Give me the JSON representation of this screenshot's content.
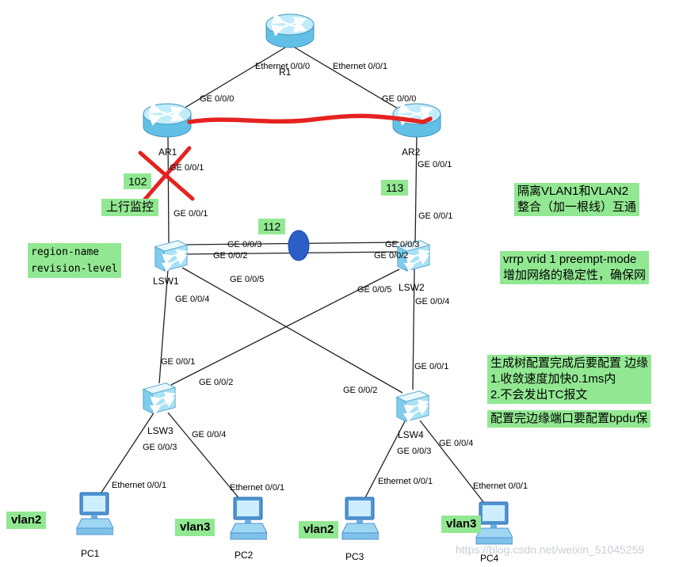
{
  "devices": {
    "r1": {
      "label": "R1"
    },
    "ar1": {
      "label": "AR1"
    },
    "ar2": {
      "label": "AR2"
    },
    "lsw1": {
      "label": "LSW1"
    },
    "lsw2": {
      "label": "LSW2"
    },
    "lsw3": {
      "label": "LSW3"
    },
    "lsw4": {
      "label": "LSW4"
    },
    "pc1": {
      "label": "PC1"
    },
    "pc2": {
      "label": "PC2"
    },
    "pc3": {
      "label": "PC3"
    },
    "pc4": {
      "label": "PC4"
    }
  },
  "ports": [
    "Ethernet 0/0/0",
    "Ethernet 0/0/1",
    "GE 0/0/0",
    "GE 0/0/0",
    "GE 0/0/1",
    "GE 0/0/1",
    "GE 0/0/1",
    "GE 0/0/1",
    "GE 0/0/3",
    "GE 0/0/2",
    "GE 0/0/3",
    "GE 0/0/2",
    "GE 0/0/5",
    "GE 0/0/5",
    "GE 0/0/4",
    "GE 0/0/4",
    "GE 0/0/1",
    "GE 0/0/1",
    "GE 0/0/2",
    "GE 0/0/2",
    "GE 0/0/3",
    "GE 0/0/4",
    "GE 0/0/3",
    "GE 0/0/4",
    "Ethernet 0/0/1",
    "Ethernet 0/0/1",
    "Ethernet 0/0/1",
    "Ethernet 0/0/1"
  ],
  "notes": {
    "tag_102": "102",
    "tag_113": "113",
    "tag_112": "112",
    "uplink": "上行监控",
    "region_line1": "region-name",
    "region_line2": "revision-level",
    "isolate_line1": "隔离VLAN1和VLAN2",
    "isolate_line2": "整合（加一根线）互通",
    "vrrp_line1": "vrrp vrid 1 preempt-mode",
    "vrrp_line2": "增加网络的稳定性，确保网",
    "stp_line1": "生成树配置完成后要配置 边缘",
    "stp_line2": "1.收敛速度加快0.1ms内",
    "stp_line3": "2.不会发出TC报文",
    "stp_line4": "配置完边缘端口要配置bpdu保",
    "vlan2_a": "vlan2",
    "vlan3_a": "vlan3",
    "vlan2_b": "vlan2",
    "vlan3_b": "vlan3"
  },
  "colors": {
    "highlight_green": "#92e892",
    "annotation_red": "#e42320",
    "ellipse_blue": "#2b5ec6",
    "device_blue": "#9fdcf4"
  },
  "watermark": "https://blog.csdn.net/weixin_51045259"
}
